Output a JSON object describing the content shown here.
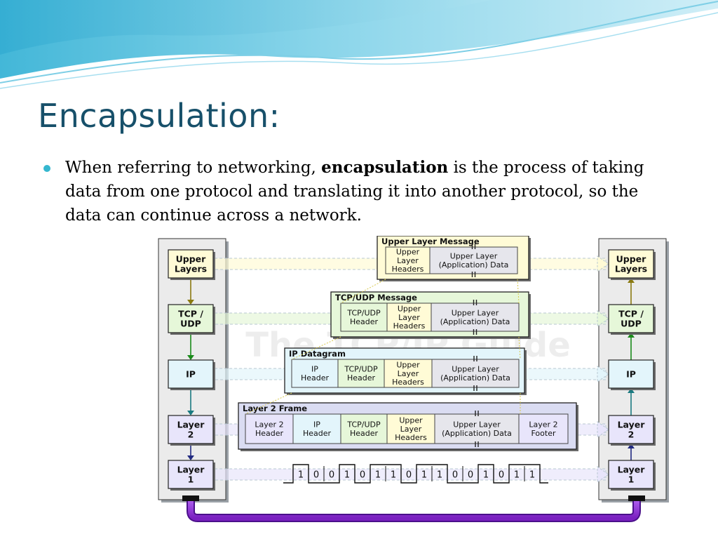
{
  "slide": {
    "title": "Encapsulation:",
    "bullet": {
      "before": "When referring to networking, ",
      "bold": "encapsulation",
      "after": " is the process of taking data from one protocol and translating it into another protocol, so the data can continue across a network."
    }
  },
  "diagram": {
    "watermark": "The TCP/IP Guide",
    "stack_layers": [
      "Upper\nLayers",
      "TCP /\nUDP",
      "IP",
      "Layer\n2",
      "Layer\n1"
    ],
    "messages": [
      {
        "title": "Upper Layer Message",
        "fields": [
          "Upper\nLayer\nHeaders",
          "Upper Layer\n(Application) Data"
        ]
      },
      {
        "title": "TCP/UDP Message",
        "fields": [
          "TCP/UDP\nHeader",
          "Upper\nLayer\nHeaders",
          "Upper Layer\n(Application) Data"
        ]
      },
      {
        "title": "IP Datagram",
        "fields": [
          "IP\nHeader",
          "TCP/UDP\nHeader",
          "Upper\nLayer\nHeaders",
          "Upper Layer\n(Application) Data"
        ]
      },
      {
        "title": "Layer 2 Frame",
        "fields": [
          "Layer 2\nHeader",
          "IP\nHeader",
          "TCP/UDP\nHeader",
          "Upper\nLayer\nHeaders",
          "Upper Layer\n(Application) Data",
          "Layer 2\nFooter"
        ]
      }
    ],
    "bits": [
      "1",
      "0",
      "0",
      "1",
      "0",
      "1",
      "1",
      "0",
      "1",
      "1",
      "0",
      "0",
      "1",
      "0",
      "1",
      "1"
    ],
    "colors": {
      "upper": "#fffbd6",
      "tcp": "#e6f7d9",
      "ip": "#e3f5fb",
      "l2": "#e8e5fb",
      "data": "#e6e6ec",
      "l2frame_bg": "#dadcf2",
      "title_text": "#17506a",
      "bullet": "#35b7cf",
      "link": "#a020f0"
    }
  }
}
